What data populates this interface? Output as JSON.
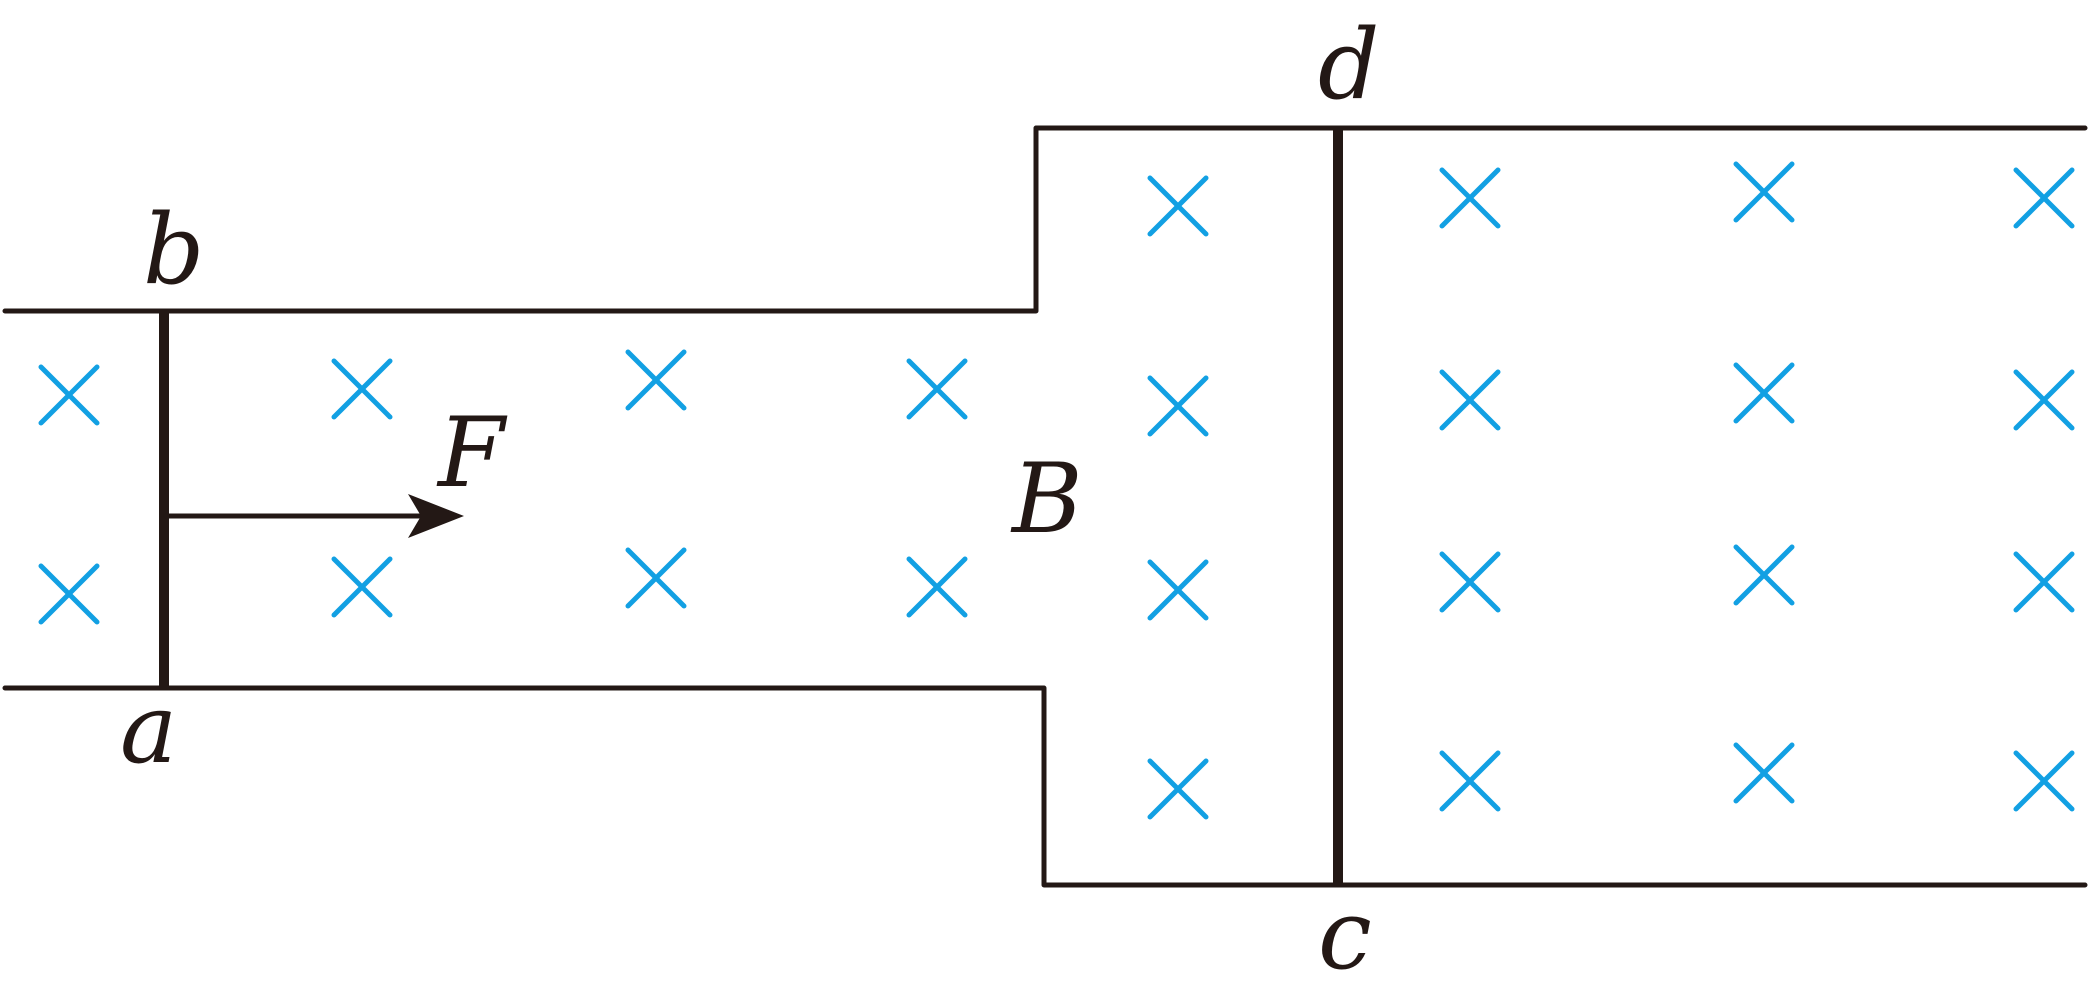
{
  "labels": {
    "a": "a",
    "b": "b",
    "c": "c",
    "d": "d",
    "force": "F",
    "field": "B"
  },
  "colors": {
    "rail": "#231815",
    "field_mark": "#12a0e3"
  },
  "icons": {
    "field_symbol": "cross-x-icon",
    "force_arrow": "arrow-right-icon"
  }
}
